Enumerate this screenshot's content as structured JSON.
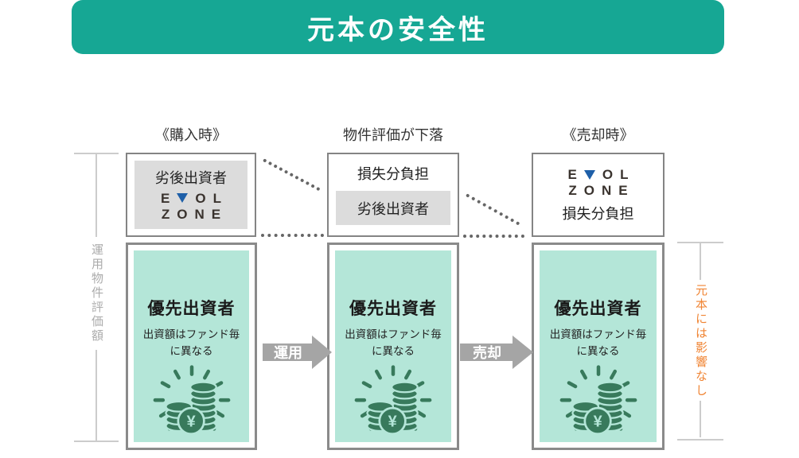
{
  "title": "元本の安全性",
  "colors": {
    "banner_teal": "#16A794",
    "mint_green": "#B4E6D8",
    "coin_green": "#387A5C",
    "accent_orange": "#F08433",
    "box_border_gray": "#8a8a8a",
    "inner_panel_gray": "#dcdcdc",
    "dotted_line_gray": "#666666",
    "arrow_gray": "#A5A5A5",
    "bracket_gray": "#cccccc",
    "logo_dark": "#3A332E",
    "logo_blue": "#1E5FA8"
  },
  "logo": {
    "part1": "E",
    "part2": "OL",
    "line2": "ZONE"
  },
  "left_bracket": {
    "label": "運用物件評価額"
  },
  "right_bracket": {
    "label": "元本には影響なし"
  },
  "stages": [
    {
      "heading": "《購入時》",
      "top_box": {
        "label": "劣後出資者"
      },
      "bottom_box": {
        "title": "優先出資者",
        "note_line1": "出資額はファンド毎",
        "note_line2": "に異なる",
        "coin_symbol": "¥"
      }
    },
    {
      "heading": "物件評価が下落",
      "top_box": {
        "loss_label": "損失分負担",
        "inner_label": "劣後出資者"
      },
      "bottom_box": {
        "title": "優先出資者",
        "note_line1": "出資額はファンド毎",
        "note_line2": "に異なる",
        "coin_symbol": "¥"
      }
    },
    {
      "heading": "《売却時》",
      "top_box": {
        "loss_label": "損失分負担"
      },
      "bottom_box": {
        "title": "優先出資者",
        "note_line1": "出資額はファンド毎",
        "note_line2": "に異なる",
        "coin_symbol": "¥"
      }
    }
  ],
  "arrows": [
    {
      "label": "運用"
    },
    {
      "label": "売却"
    }
  ]
}
